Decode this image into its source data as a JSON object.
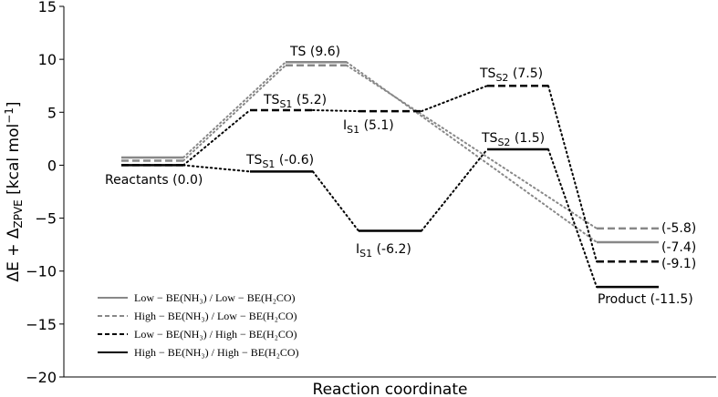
{
  "chart_data": {
    "type": "line",
    "xlabel": "Reaction coordinate",
    "ylabel": "ΔE + Δ",
    "ylabel_sub": "ZPVE",
    "ylabel_unit": " [kcal mol",
    "ylabel_unit_sup": "−1",
    "ylabel_close": "]",
    "ylim": [
      -20,
      15
    ],
    "yticks": [
      15,
      10,
      5,
      0,
      -5,
      -10,
      -15,
      -20
    ],
    "ytick_labels": [
      "15",
      "10",
      "5",
      "0",
      "−5",
      "−10",
      "−15",
      "−20"
    ],
    "grid": false,
    "legend_position": "lower-left",
    "series": [
      {
        "name": "Low − BE(NH₃) / Low − BE(H₂CO)",
        "color": "#888888",
        "style": "solid",
        "levels": [
          {
            "stage": "Reactants",
            "value": 0.6
          },
          {
            "stage": "TS",
            "value": 9.6
          },
          {
            "stage": "Product",
            "value": -7.4
          }
        ]
      },
      {
        "name": "High − BE(NH₃) / Low − BE(H₂CO)",
        "color": "#888888",
        "style": "dashed",
        "levels": [
          {
            "stage": "Reactants",
            "value": 0.6
          },
          {
            "stage": "TS",
            "value": 9.6
          },
          {
            "stage": "Product",
            "value": -5.8
          }
        ]
      },
      {
        "name": "Low − BE(NH₃) / High − BE(H₂CO)",
        "color": "#000000",
        "style": "dashed",
        "levels": [
          {
            "stage": "Reactants",
            "value": 0.0
          },
          {
            "stage": "TS_S1",
            "value": 5.2
          },
          {
            "stage": "I_S1",
            "value": 5.1
          },
          {
            "stage": "TS_S2",
            "value": 7.5
          },
          {
            "stage": "Product",
            "value": -9.1
          }
        ]
      },
      {
        "name": "High − BE(NH₃) / High − BE(H₂CO)",
        "color": "#000000",
        "style": "solid",
        "levels": [
          {
            "stage": "Reactants",
            "value": 0.0
          },
          {
            "stage": "TS_S1",
            "value": -0.6
          },
          {
            "stage": "I_S1",
            "value": -6.2
          },
          {
            "stage": "TS_S2",
            "value": 1.5
          },
          {
            "stage": "Product",
            "value": -11.5
          }
        ]
      }
    ],
    "annotations": [
      {
        "main": "TS",
        "sub": "",
        "tail": " (9.6)",
        "color": "#666666"
      },
      {
        "main": "TS",
        "sub": "S1",
        "tail": " (5.2)",
        "color": "#000000"
      },
      {
        "main": "I",
        "sub": "S1",
        "tail": " (5.1)",
        "color": "#000000"
      },
      {
        "main": "TS",
        "sub": "S2",
        "tail": " (7.5)",
        "color": "#000000"
      },
      {
        "main": "TS",
        "sub": "S1",
        "tail": " (-0.6)",
        "color": "#000000"
      },
      {
        "main": "TS",
        "sub": "S2",
        "tail": " (1.5)",
        "color": "#000000"
      },
      {
        "main": "I",
        "sub": "S1",
        "tail": " (-6.2)",
        "color": "#000000"
      },
      {
        "main": "Reactants",
        "sub": "",
        "tail": "  (0.0)",
        "color": "#000000"
      },
      {
        "main": "Product",
        "sub": "",
        "tail": "  (-11.5)",
        "color": "#000000"
      },
      {
        "main": "(-5.8)",
        "sub": "",
        "tail": "",
        "color": "#666666"
      },
      {
        "main": "(-7.4)",
        "sub": "",
        "tail": "",
        "color": "#000000"
      },
      {
        "main": "(-9.1)",
        "sub": "",
        "tail": "",
        "color": "#000000"
      }
    ]
  }
}
